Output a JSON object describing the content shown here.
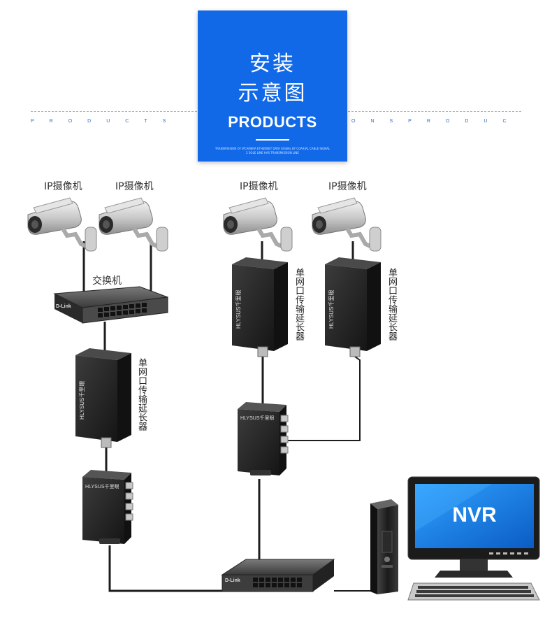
{
  "header": {
    "title_line1": "安装",
    "title_line2": "示意图",
    "products": "PRODUCTS",
    "small_line1": "TRANSMISSION OF IPCAMERA ETHERNET DATA SIGNAL BY COAXIAL CABLE SIGNAL",
    "small_line2": "2 SOLE LINE HAS TRANSMISSION LINE",
    "left_spaced": "PRODUCTS",
    "right_spaced": "ONSPRODUC"
  },
  "labels": {
    "camera1": "IP摄像机",
    "camera2": "IP摄像机",
    "camera3": "IP摄像机",
    "camera4": "IP摄像机",
    "switch_top": "交换机",
    "extender1": "单网口传输延长器",
    "extender2": "单网口传输延长器",
    "extender3": "单网口传输延长器",
    "nvr": "NVR"
  },
  "device_text": {
    "dlink": "D-Link",
    "brand": "HLYSUS千里眼"
  },
  "colors": {
    "blue": "#1169e8",
    "device_dark": "#2a2a2a",
    "nvr_blue": "#1a7fe0"
  },
  "icons": {
    "camera": "camera-icon",
    "switch": "switch-icon",
    "extender": "extender-icon",
    "receiver": "receiver-icon",
    "pc": "pc-tower-icon",
    "monitor": "monitor-icon",
    "keyboard": "keyboard-icon"
  }
}
